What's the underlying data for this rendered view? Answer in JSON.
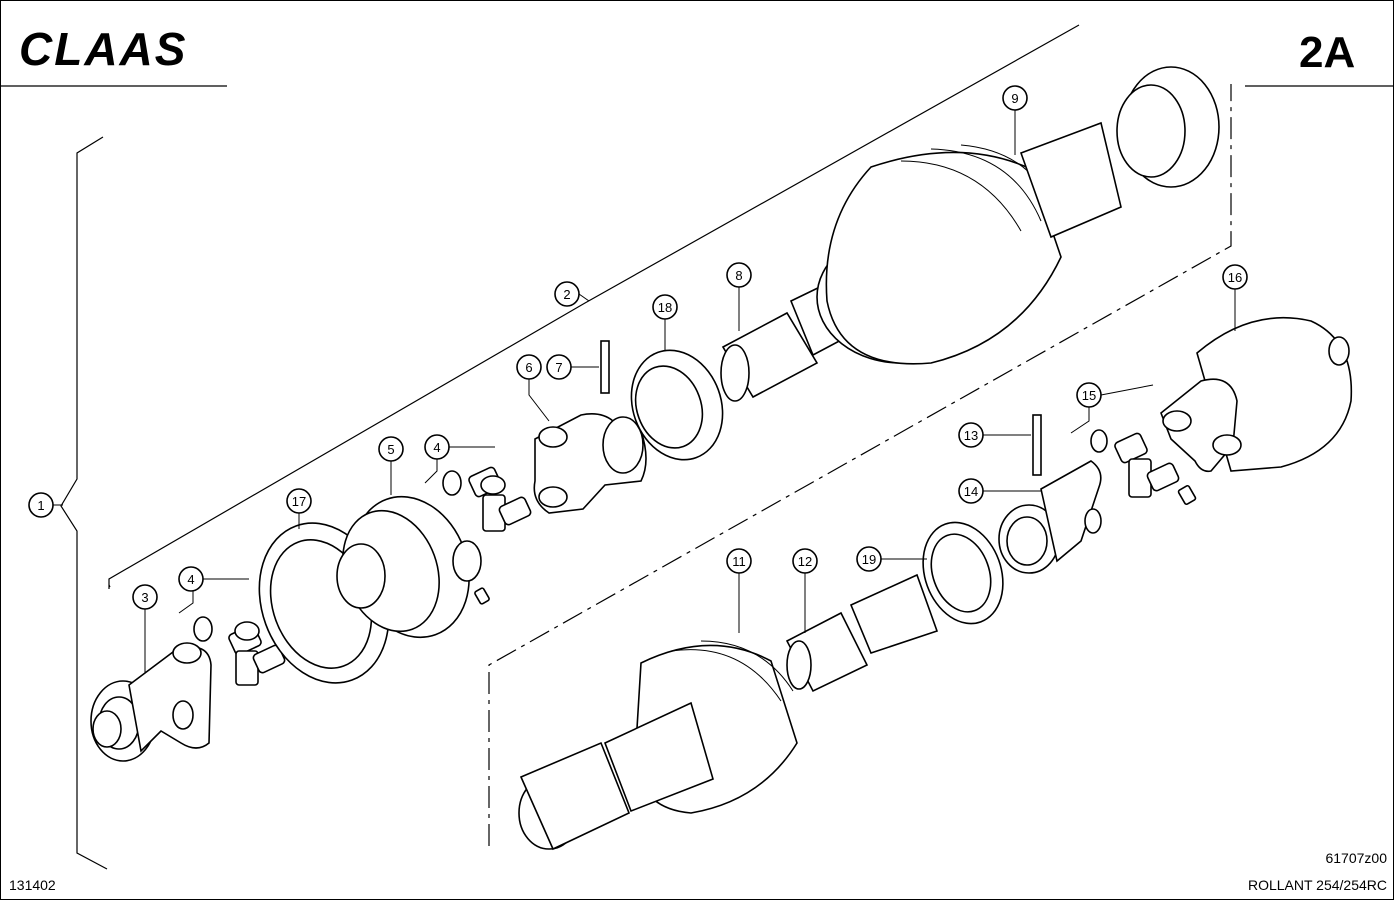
{
  "header": {
    "brand": "CLAAS",
    "page_code": "2A"
  },
  "footer": {
    "left_code": "131402",
    "drawing_number": "61707z00",
    "model": "ROLLANT 254/254RC"
  },
  "callouts": [
    "1",
    "2",
    "3",
    "4",
    "4",
    "5",
    "6",
    "7",
    "8",
    "9",
    "11",
    "12",
    "13",
    "14",
    "15",
    "16",
    "17",
    "18",
    "19"
  ]
}
